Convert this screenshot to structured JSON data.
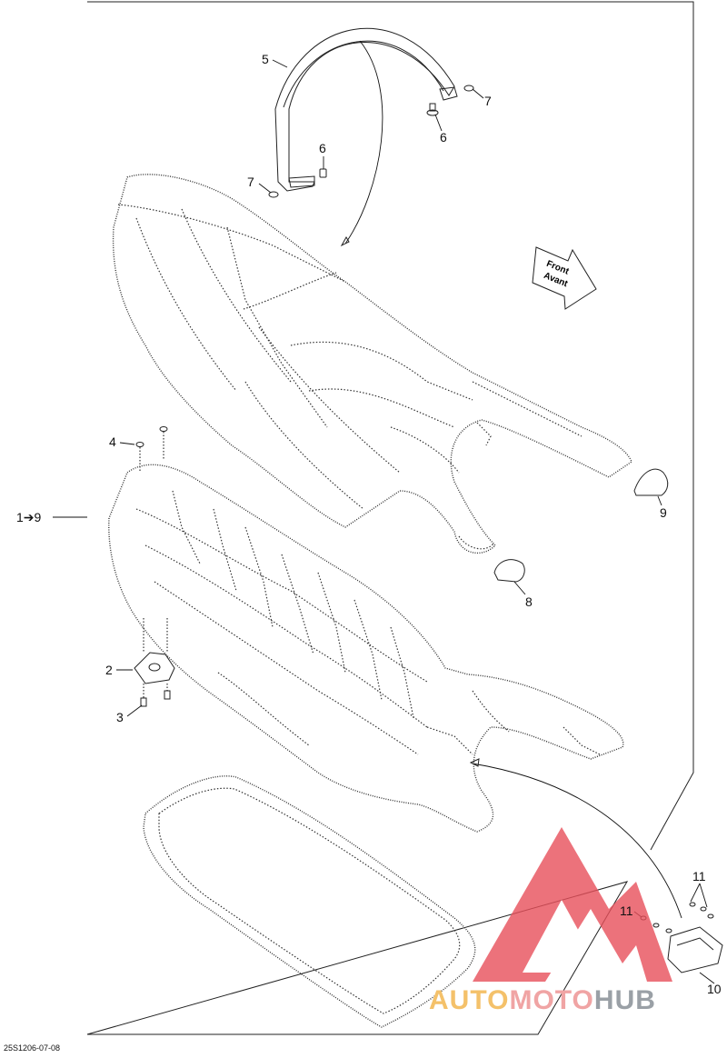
{
  "callouts": {
    "c1": "1➔9",
    "c2": "2",
    "c3": "3",
    "c4": "4",
    "c5": "5",
    "c6a": "6",
    "c6b": "6",
    "c7a": "7",
    "c7b": "7",
    "c8": "8",
    "c9": "9",
    "c10": "10",
    "c11a": "11",
    "c11b": "11"
  },
  "front_arrow": {
    "line1": "Front",
    "line2": "Avant"
  },
  "drawing_code": "25S1206-07-08",
  "watermark": {
    "part1": "AUTO",
    "part2": "MOTO",
    "part3": "HUB"
  },
  "colors": {
    "watermark_red": "#e8505b",
    "watermark_yellow": "#f4c16a",
    "watermark_gray": "#9aa0a6"
  }
}
